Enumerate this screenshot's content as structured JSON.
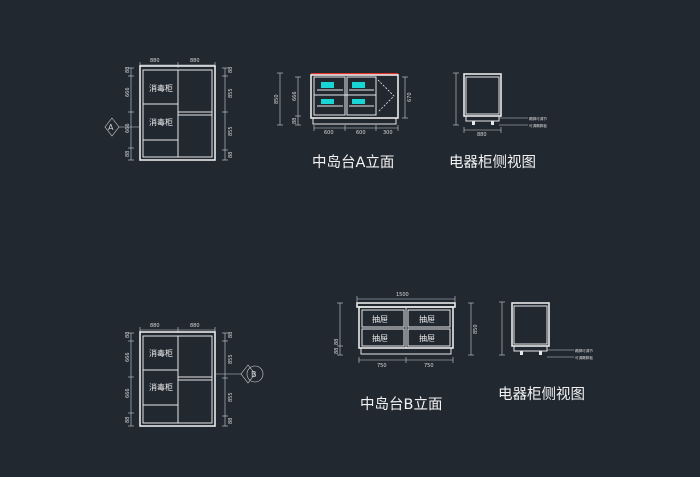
{
  "plan_a": {
    "top_dims": [
      "880",
      "880"
    ],
    "left_dims": [
      "88",
      "666",
      "666",
      "88"
    ],
    "right_dims": [
      "88",
      "855",
      "855",
      "88"
    ],
    "compartments": [
      "消毒柜",
      "消毒柜"
    ],
    "marker": "A"
  },
  "elev_a": {
    "caption": "中岛台A立面",
    "height_dim": "850",
    "left_dims": [
      "666",
      "88"
    ],
    "right_dim": "670",
    "bottom_dims": [
      "600",
      "600",
      "300"
    ]
  },
  "side_a": {
    "caption": "电器柜侧视图",
    "bottom_dim": "880",
    "notes": [
      "踢脚可调节",
      "可调踢脚板"
    ]
  },
  "plan_b": {
    "top_dims": [
      "880",
      "880"
    ],
    "left_dims": [
      "88",
      "666",
      "666",
      "88"
    ],
    "right_dims": [
      "88",
      "855",
      "855",
      "88"
    ],
    "compartments": [
      "消毒柜",
      "消毒柜"
    ],
    "marker": "B"
  },
  "elev_b": {
    "caption": "中岛台B立面",
    "top_dim": "1500",
    "height_dim": "850",
    "drawers": [
      "抽屉",
      "抽屉",
      "抽屉",
      "抽屉"
    ],
    "bottom_dims": [
      "750",
      "750"
    ],
    "left_dims": [
      "88",
      "88"
    ]
  },
  "side_b": {
    "caption": "电器柜侧视图",
    "notes": [
      "踢脚可调节",
      "可调踢脚板"
    ]
  },
  "colors": {
    "background": "#212830",
    "line": "#e8e8e8",
    "accent_red": "#e0302a",
    "accent_cyan": "#18d6d6"
  }
}
